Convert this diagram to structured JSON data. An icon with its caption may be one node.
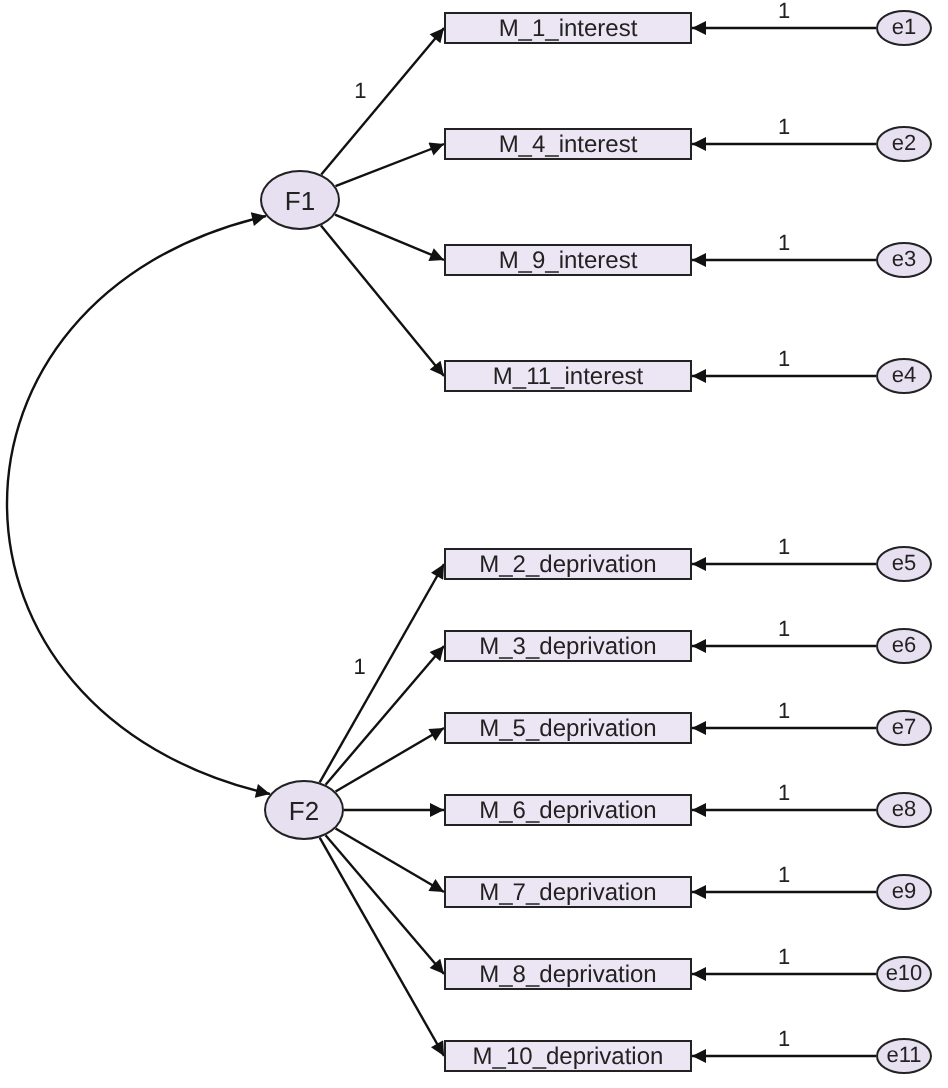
{
  "diagram": {
    "nodes": [
      {
        "text": [
          "F1"
        ]
      },
      {
        "text": [
          "F2"
        ]
      },
      {
        "text": [
          "M_1_interest"
        ]
      },
      {
        "text": [
          "M_4_interest"
        ]
      },
      {
        "text": [
          "M_9_interest"
        ]
      },
      {
        "text": [
          "M_11_interest"
        ]
      },
      {
        "text": [
          "M_2_deprivation"
        ]
      },
      {
        "text": [
          "M_3_deprivation"
        ]
      },
      {
        "text": [
          "M_5_deprivation"
        ]
      },
      {
        "text": [
          "M_6_deprivation"
        ]
      },
      {
        "text": [
          "M_7_deprivation"
        ]
      },
      {
        "text": [
          "M_8_deprivation"
        ]
      },
      {
        "text": [
          "M_10_deprivation"
        ]
      },
      {
        "text": [
          "e1"
        ]
      },
      {
        "text": [
          "e2"
        ]
      },
      {
        "text": [
          "e3"
        ]
      },
      {
        "text": [
          "e4"
        ]
      },
      {
        "text": [
          "e5"
        ]
      },
      {
        "text": [
          "e6"
        ]
      },
      {
        "text": [
          "e7"
        ]
      },
      {
        "text": [
          "e8"
        ]
      },
      {
        "text": [
          "e9"
        ]
      },
      {
        "text": [
          "e10"
        ]
      },
      {
        "text": [
          "e11"
        ]
      }
    ],
    "edges": [
      {
        "from": 0,
        "to": 1,
        "arrow": "both"
      },
      {
        "from": 0,
        "to": 2,
        "arrow": "to",
        "label": "1"
      },
      {
        "from": 0,
        "to": 3,
        "arrow": "to"
      },
      {
        "from": 0,
        "to": 4,
        "arrow": "to"
      },
      {
        "from": 0,
        "to": 5,
        "arrow": "to"
      },
      {
        "from": 1,
        "to": 6,
        "arrow": "to",
        "label": "1"
      },
      {
        "from": 1,
        "to": 7,
        "arrow": "to"
      },
      {
        "from": 1,
        "to": 8,
        "arrow": "to"
      },
      {
        "from": 1,
        "to": 9,
        "arrow": "to"
      },
      {
        "from": 1,
        "to": 10,
        "arrow": "to"
      },
      {
        "from": 1,
        "to": 11,
        "arrow": "to"
      },
      {
        "from": 1,
        "to": 12,
        "arrow": "to"
      },
      {
        "from": 13,
        "to": 2,
        "arrow": "to",
        "label": "1"
      },
      {
        "from": 14,
        "to": 3,
        "arrow": "to",
        "label": "1"
      },
      {
        "from": 15,
        "to": 4,
        "arrow": "to",
        "label": "1"
      },
      {
        "from": 16,
        "to": 5,
        "arrow": "to",
        "label": "1"
      },
      {
        "from": 17,
        "to": 6,
        "arrow": "to",
        "label": "1"
      },
      {
        "from": 18,
        "to": 7,
        "arrow": "to",
        "label": "1"
      },
      {
        "from": 19,
        "to": 8,
        "arrow": "to",
        "label": "1"
      },
      {
        "from": 20,
        "to": 9,
        "arrow": "to",
        "label": "1"
      },
      {
        "from": 21,
        "to": 10,
        "arrow": "to",
        "label": "1"
      },
      {
        "from": 22,
        "to": 11,
        "arrow": "to",
        "label": "1"
      },
      {
        "from": 23,
        "to": 12,
        "arrow": "to",
        "label": "1"
      }
    ]
  }
}
